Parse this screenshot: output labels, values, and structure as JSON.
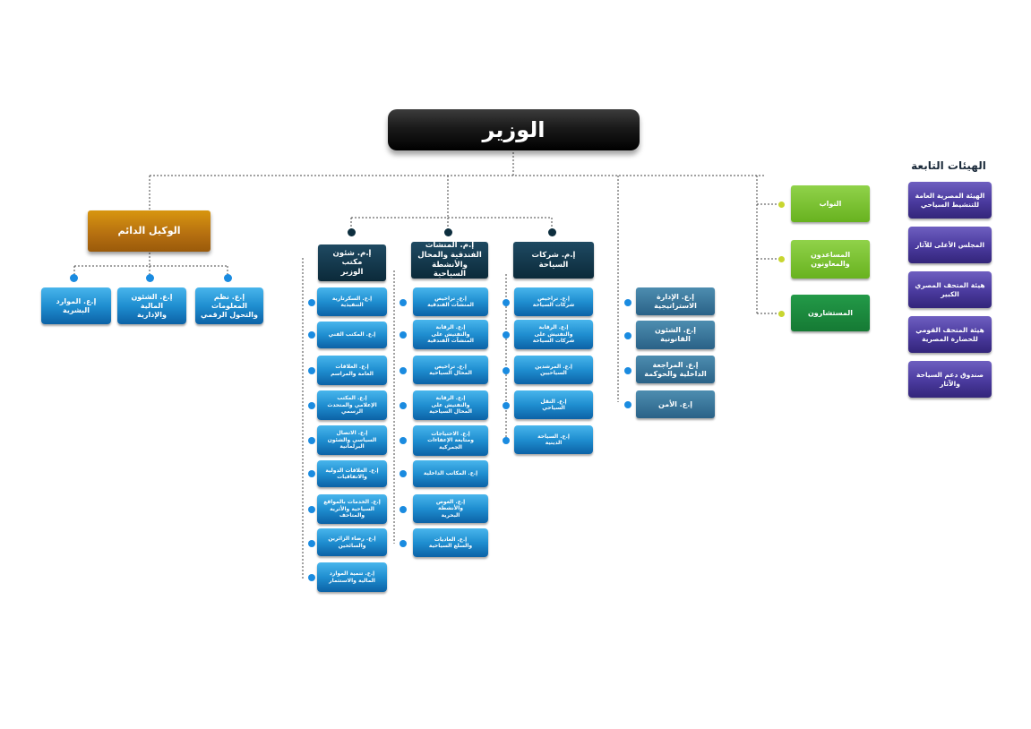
{
  "minister": "الوزير",
  "deputy": "الوكيل الدائم",
  "deputy_depts": [
    "إ.ع. نظم المعلومات\nوالتحول الرقمي",
    "إ.ع. الشئون المالية\nوالإدارية",
    "إ.ع. الموارد البشرية"
  ],
  "gm": {
    "tourism_companies": "إ.م. شركات السياحة",
    "hotels": "إ.م. المنشآت\nالفندقية والمحال\nوالأنشطة السياحية",
    "office": "إ.م. شئون مكتب\nالوزير"
  },
  "tourism_companies_depts": [
    "إ.ع. تراخيص\nشركات السياحة",
    "إ.ع. الرقابة\nوالتفتيش على\nشركات السياحة",
    "إ.ع. المرشدين\nالسياحيين",
    "إ.ع. النقل\nالسياحي",
    "إ.ع. السياحة\nالدينية"
  ],
  "hotels_depts": [
    "إ.ع. تراخيص\nالمنشآت الفندقية",
    "إ.ع. الرقابة\nوالتفتيش على\nالمنشآت الفندقية",
    "إ.ع. تراخيص\nالمحال السياحية",
    "إ.ع. الرقابة\nوالتفتيش على\nالمحال السياحية",
    "إ.ع. الاحتياجات\nومتابعة الإعفاءات\nالجمركية",
    "إ.ع. المكاتب الداخلية",
    "إ.ع. الغوص\nوالأنشطة\nالبحرية",
    "إ.ع. العاديات\nوالسلع السياحية"
  ],
  "office_depts": [
    "إ.ع. السكرتارية\nالتنفيذية",
    "إ.ع. المكتب الفني",
    "إ.ع. العلاقات\nالعامة والمراسم",
    "إ.ع. المكتب\nالإعلامي والمتحدث\nالرسمي",
    "إ.ع. الاتصال\nالسياسي والشئون\nالبرلمانية",
    "إ.ع. العلاقات الدولية\nوالاتفاقيات",
    "إ.ع. الخدمات بالمواقع\nالسياحية والأثرية\nوالمتاحف",
    "إ.ع. رضاء الزائرين\nوالسائحين",
    "إ.ع. تنمية الموارد\nالمالية والاستثمار"
  ],
  "direct_depts": [
    "إ.ع. الإدارة\nالاستراتيجية",
    "إ.ع. الشئون\nالقانونية",
    "إ.ع. المراجعة\nالداخلية والحوكمة",
    "إ.ع. الأمن"
  ],
  "advisors": [
    "النواب",
    "المساعدون\nوالمعاونون",
    "المستشارون"
  ],
  "authorities_title": "الهيئات التابعة",
  "authorities": [
    "الهيئة المصرية العامة\nللتنشيط السياحي",
    "المجلس الأعلى للآثار",
    "هيئة المتحف المصري\nالكبير",
    "هيئة المتحف القومي\nللحضارة المصرية",
    "صندوق دعم السياحة\nوالآثار"
  ],
  "colors": {
    "minister": "#1a1a1a",
    "deputy": "#b46e10",
    "general_admin": "#0b2a3a",
    "department": "#1f8ed0",
    "direct_department": "#2a6287",
    "advisor_light": "#68b21f",
    "advisor_dark": "#157a34",
    "authority": "#4a3a9e",
    "connector": "#444444"
  }
}
